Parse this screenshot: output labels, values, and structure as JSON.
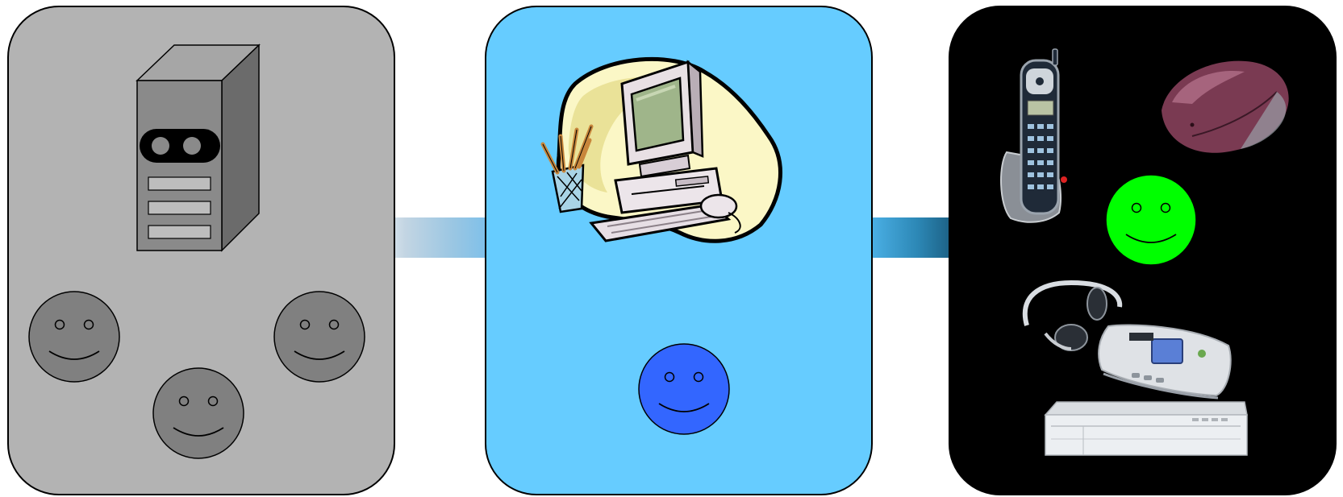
{
  "colors": {
    "server_panel": "#b3b3b3",
    "desktop_panel": "#66ccff",
    "devices_panel": "#000000",
    "server_faces": "#808080",
    "desktop_face": "#3366ff",
    "devices_face": "#00ff00",
    "connector_left": "#8fc3e6",
    "connector_right": "#2a7fae"
  },
  "panels": [
    {
      "id": "server",
      "icons": [
        "server-tower-icon",
        "smiley-face-icon",
        "smiley-face-icon",
        "smiley-face-icon"
      ]
    },
    {
      "id": "desktop",
      "icons": [
        "desktop-computer-clipart-icon",
        "smiley-face-icon"
      ]
    },
    {
      "id": "devices",
      "icons": [
        "cordless-phone-icon",
        "computer-mouse-icon",
        "smiley-face-icon",
        "cd-player-headphones-icon",
        "dvd-player-icon"
      ]
    }
  ]
}
